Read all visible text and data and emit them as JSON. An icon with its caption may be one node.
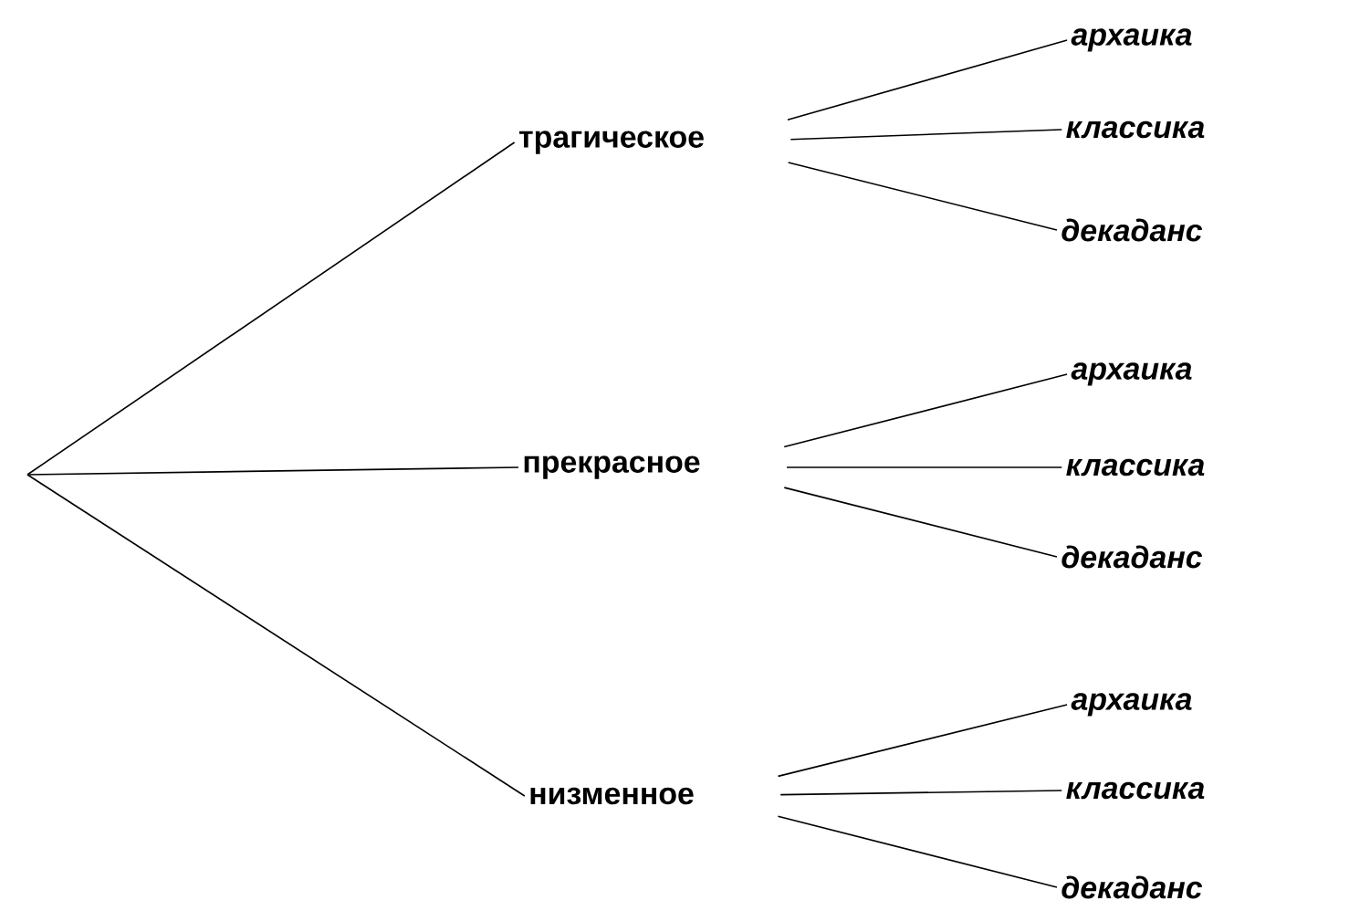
{
  "diagram": {
    "nodes": [
      {
        "text": [
          "трагическое"
        ]
      },
      {
        "text": [
          "архаика"
        ]
      },
      {
        "text": [
          "классика"
        ]
      },
      {
        "text": [
          "декаданс"
        ]
      },
      {
        "text": [
          "прекрасное"
        ]
      },
      {
        "text": [
          "архаика"
        ]
      },
      {
        "text": [
          "классика"
        ]
      },
      {
        "text": [
          "декаданс"
        ]
      },
      {
        "text": [
          "низменное"
        ]
      },
      {
        "text": [
          "архаика"
        ]
      },
      {
        "text": [
          "классика"
        ]
      },
      {
        "text": [
          "декаданс"
        ]
      }
    ],
    "edges": [
      {
        "from": null,
        "to": 0,
        "arrow": "none"
      },
      {
        "from": null,
        "to": 4,
        "arrow": "none"
      },
      {
        "from": null,
        "to": 8,
        "arrow": "none"
      },
      {
        "from": 0,
        "to": 1,
        "arrow": "none"
      },
      {
        "from": 0,
        "to": 2,
        "arrow": "none"
      },
      {
        "from": 0,
        "to": 3,
        "arrow": "none"
      },
      {
        "from": 4,
        "to": 5,
        "arrow": "none"
      },
      {
        "from": 4,
        "to": 6,
        "arrow": "none"
      },
      {
        "from": 4,
        "to": 7,
        "arrow": "none"
      },
      {
        "from": 8,
        "to": 9,
        "arrow": "none"
      },
      {
        "from": 8,
        "to": 10,
        "arrow": "none"
      },
      {
        "from": 8,
        "to": 11,
        "arrow": "none"
      }
    ]
  }
}
